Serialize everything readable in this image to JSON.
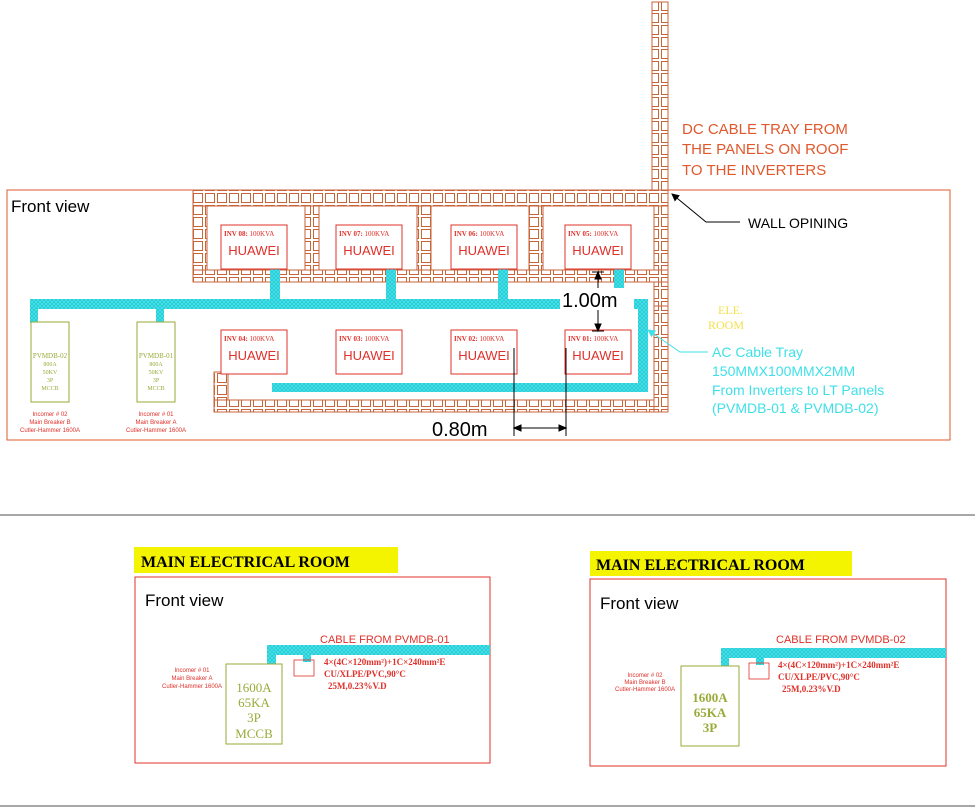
{
  "colors": {
    "frame": "#e0582c",
    "tray": "#c8643a",
    "ac": "#3fe0e8",
    "red": "#e0302a",
    "green": "#9aaa3a",
    "yellow": "#f4f400",
    "black": "#000000",
    "divider": "#8a8a8a"
  },
  "top": {
    "front_view": "Front view",
    "dc_note": [
      "DC CABLE TRAY FROM",
      "THE PANELS ON ROOF",
      "TO THE INVERTERS"
    ],
    "wall_opening": "WALL OPINING",
    "ele_room": [
      "ELE.",
      "ROOM"
    ],
    "ac_note": [
      "AC Cable Tray",
      "150MMX100MMX2MM",
      "From Inverters to LT Panels",
      "(PVMDB-01 & PVMDB-02)"
    ],
    "dim_vertical": "1.00m",
    "dim_horizontal": "0.80m",
    "inverter_brand": "HUAWEI",
    "inverters_top": [
      {
        "id": "INV 08:",
        "rating": "100KVA"
      },
      {
        "id": "INV 07:",
        "rating": "100KVA"
      },
      {
        "id": "INV 06:",
        "rating": "100KVA"
      },
      {
        "id": "INV 05:",
        "rating": "100KVA"
      }
    ],
    "inverters_bottom": [
      {
        "id": "INV 04:",
        "rating": "100KVA"
      },
      {
        "id": "INV 03:",
        "rating": "100KVA"
      },
      {
        "id": "INV 02:",
        "rating": "100KVA"
      },
      {
        "id": "INV 01:",
        "rating": "100KVA"
      }
    ],
    "panels": [
      {
        "lines": [
          "PVMDB-02",
          "800A",
          "50KV",
          "3P",
          "MCCB"
        ],
        "caption": [
          "Incomer # 02",
          "Main Breaker B",
          "Cutler-Hammer 1600A"
        ]
      },
      {
        "lines": [
          "PVMDB-01",
          "800A",
          "50KV",
          "3P",
          "MCCB"
        ],
        "caption": [
          "Incomer # 01",
          "Main Breaker A",
          "Cutler-Hammer 1600A"
        ]
      }
    ]
  },
  "rooms": [
    {
      "title": "MAIN ELECTRICAL ROOM",
      "front_view": "Front view",
      "cable_label": "CABLE FROM PVMDB-01",
      "spec": [
        "4×(4C×120mm²)+1C×240mm²E",
        "CU/XLPE/PVC,90°C",
        "25M,0.23%V.D"
      ],
      "incomer": [
        "Incomer # 01",
        "Main Breaker A",
        "Cutler-Hammer 1600A"
      ],
      "breaker": [
        "1600A",
        "65KA",
        "3P",
        "MCCB"
      ]
    },
    {
      "title": "MAIN ELECTRICAL ROOM",
      "front_view": "Front view",
      "cable_label": "CABLE FROM PVMDB-02",
      "spec": [
        "4×(4C×120mm²)+1C×240mm²E",
        "CU/XLPE/PVC,90°C",
        "25M,0.23%V.D"
      ],
      "incomer": [
        "Incomer # 02",
        "Main Breaker B",
        "Cutler-Hammer 1600A"
      ],
      "breaker": [
        "1600A",
        "65KA",
        "3P"
      ]
    }
  ]
}
